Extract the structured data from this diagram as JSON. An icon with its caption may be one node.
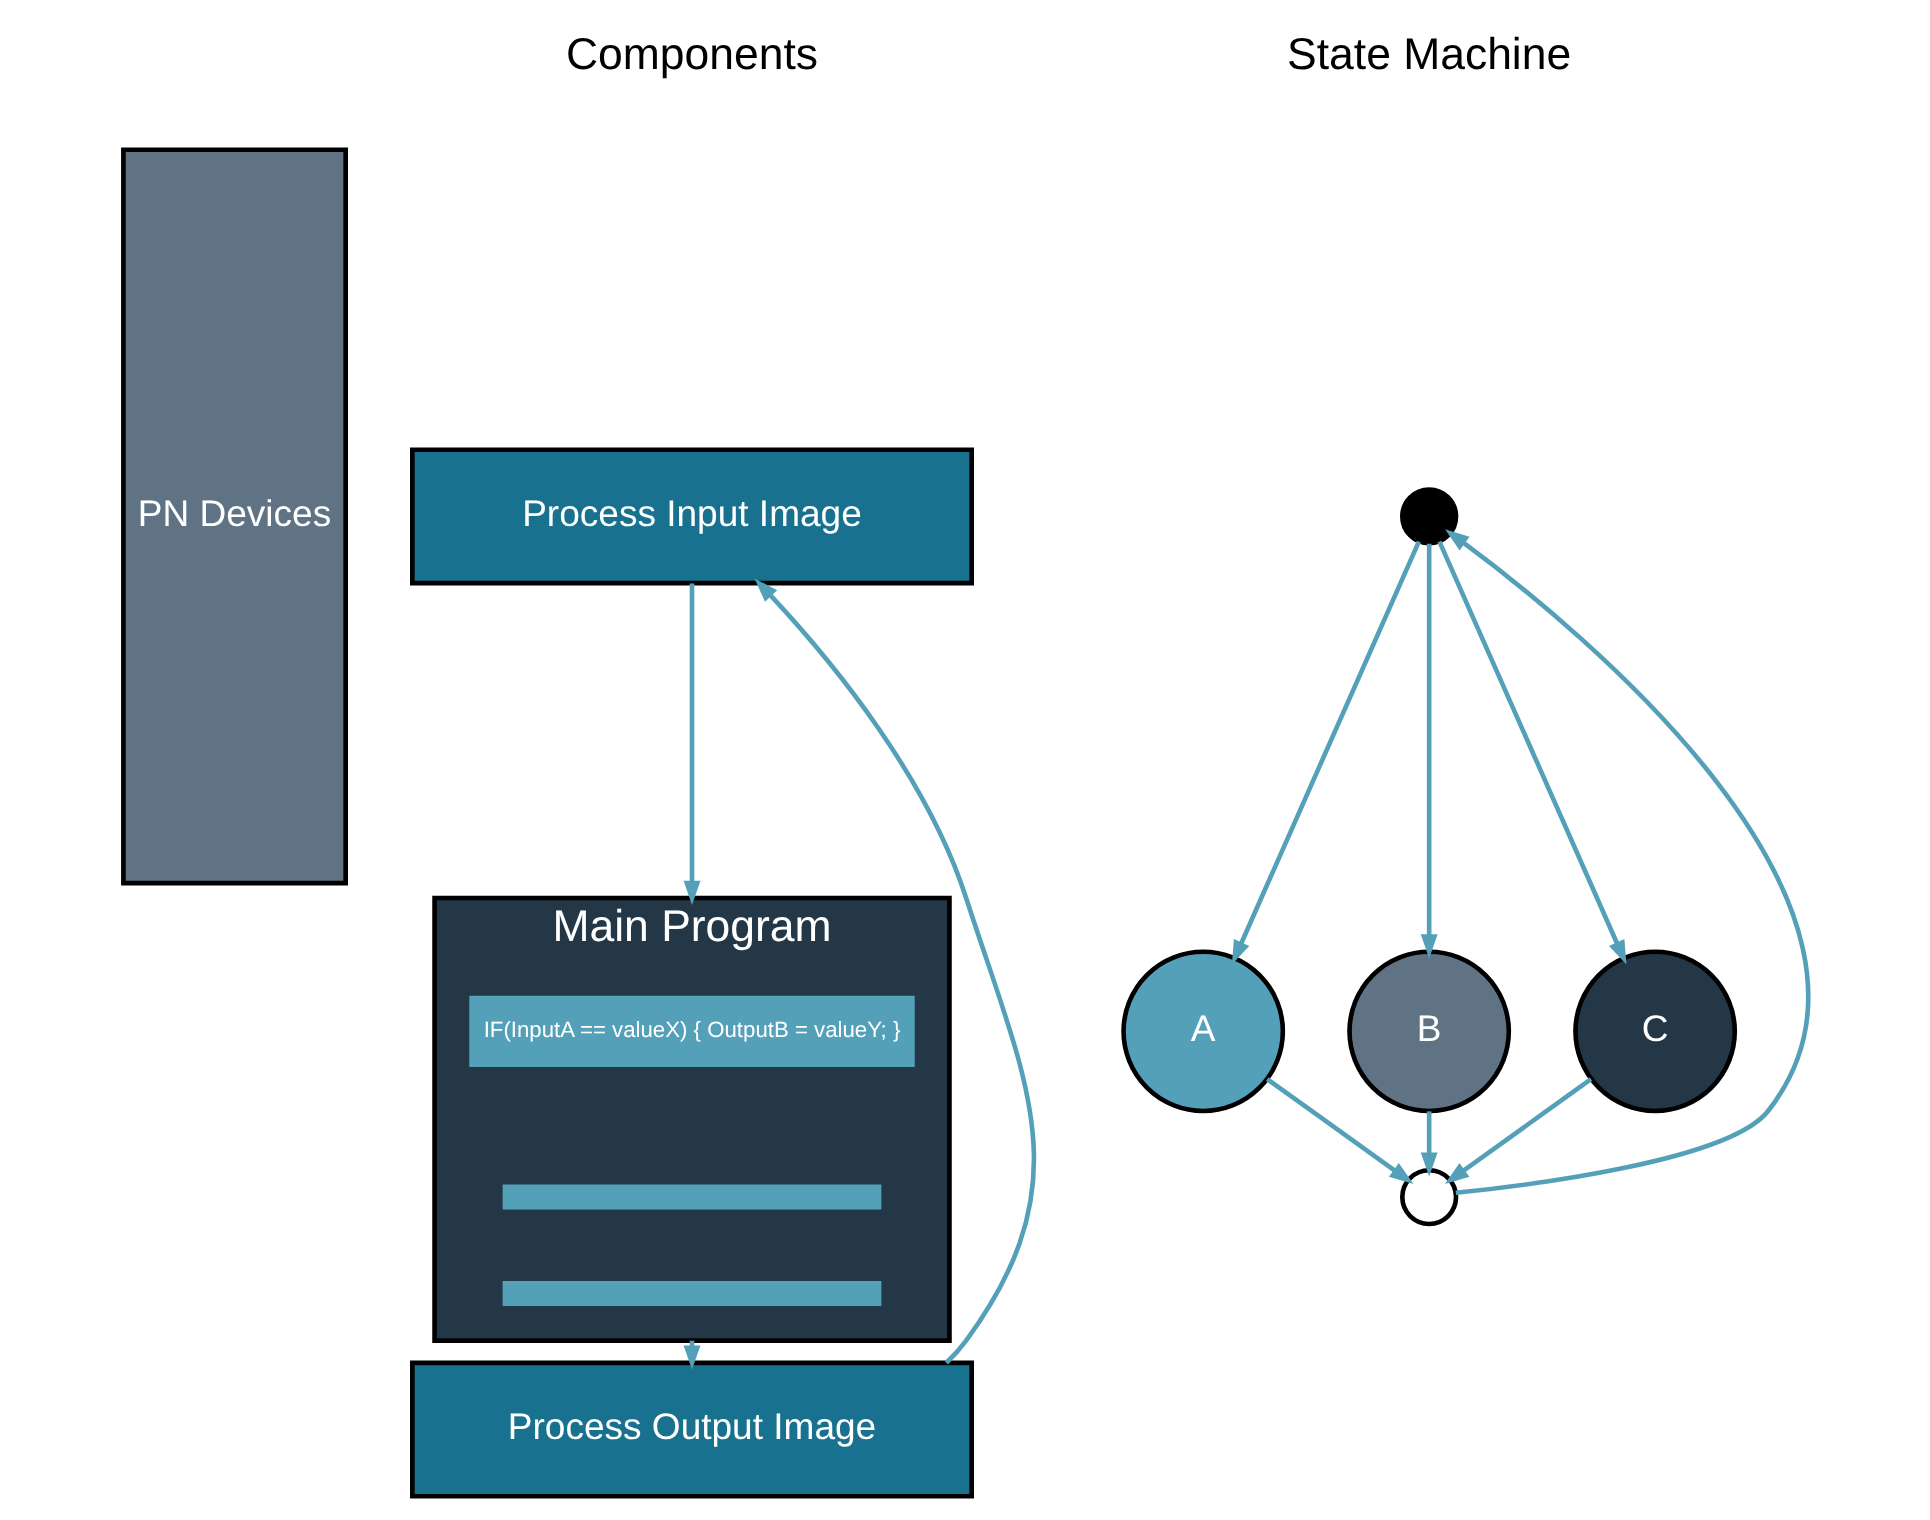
{
  "diagram": {
    "nodes": [
      {
        "text": [
          "PN Devices"
        ]
      },
      {
        "text": [
          "Process Input Image"
        ]
      },
      {
        "text": [
          "Main Program"
        ]
      },
      {
        "text": [
          "IF(InputA == valueX) { OutputB = valueY; }"
        ],
        "in": 2
      },
      {
        "text": [],
        "shape": "bar",
        "in": 2
      },
      {
        "text": [],
        "shape": "bar",
        "in": 2
      },
      {
        "text": [
          "Process Output Image"
        ]
      },
      {
        "text": [],
        "shape": "circle"
      },
      {
        "text": [
          "A"
        ]
      },
      {
        "text": [
          "B"
        ]
      },
      {
        "text": [
          "C"
        ]
      },
      {
        "text": [],
        "shape": "circle"
      }
    ],
    "edges": [
      {
        "from": 6,
        "to": 1,
        "arrow": "to"
      },
      {
        "from": 1,
        "to": 2,
        "arrow": "to"
      },
      {
        "from": 2,
        "to": 6,
        "arrow": "to"
      },
      {
        "from": 11,
        "to": 7,
        "arrow": "to"
      },
      {
        "from": 7,
        "to": 8,
        "arrow": "to"
      },
      {
        "from": 7,
        "to": 9,
        "arrow": "to"
      },
      {
        "from": 7,
        "to": 10,
        "arrow": "to"
      },
      {
        "from": 8,
        "to": 11,
        "arrow": "to"
      },
      {
        "from": 9,
        "to": 11,
        "arrow": "to"
      },
      {
        "from": 10,
        "to": 11,
        "arrow": "to"
      }
    ],
    "labels": [
      "Components",
      "State Machine"
    ]
  }
}
